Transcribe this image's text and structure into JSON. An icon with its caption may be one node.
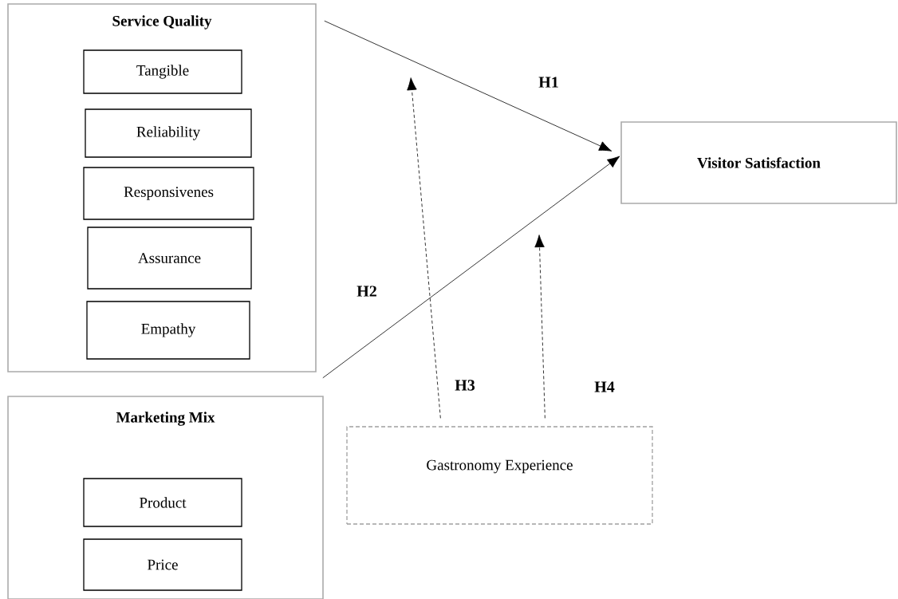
{
  "diagram": {
    "nodes": [
      {
        "text": [
          "Service Quality"
        ]
      },
      {
        "text": [
          "Tangible"
        ],
        "in": 0
      },
      {
        "text": [
          "Reliability"
        ],
        "in": 0
      },
      {
        "text": [
          "Responsivenes"
        ],
        "in": 0
      },
      {
        "text": [
          "Assurance"
        ],
        "in": 0
      },
      {
        "text": [
          "Empathy"
        ],
        "in": 0
      },
      {
        "text": [
          "Visitor Satisfaction"
        ]
      },
      {
        "text": [
          "Marketing Mix"
        ]
      },
      {
        "text": [
          "Product"
        ],
        "in": 7
      },
      {
        "text": [
          "Price"
        ],
        "in": 7
      },
      {
        "text": [
          "Gastronomy Experience"
        ]
      }
    ],
    "edges": [
      {
        "from": 0,
        "to": 6,
        "arrow": "to",
        "label": "H1"
      },
      {
        "from": 0,
        "to": 6,
        "arrow": "to",
        "label": "H2"
      },
      {
        "from": 10,
        "to": null,
        "arrow": "to",
        "label": "H3",
        "style": "dashed"
      },
      {
        "from": 10,
        "to": null,
        "arrow": "to",
        "label": "H4",
        "style": "dashed"
      }
    ]
  }
}
